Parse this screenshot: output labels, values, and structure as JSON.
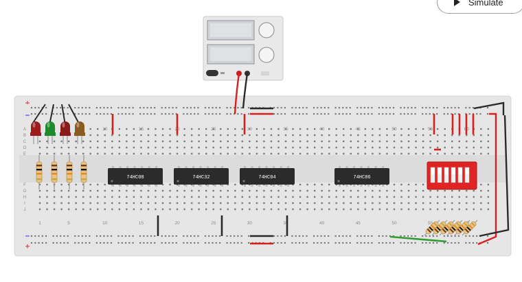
{
  "toolbar": {
    "simulate_label": "Simulate"
  },
  "breadboard": {
    "row_numbers": [
      "1",
      "5",
      "10",
      "15",
      "20",
      "25",
      "30",
      "35",
      "40",
      "45",
      "50",
      "55",
      "60"
    ],
    "row_letters": [
      "A",
      "B",
      "C",
      "D",
      "E",
      "F",
      "G",
      "H",
      "I",
      "J"
    ]
  },
  "chips": [
    {
      "label": "74HC08"
    },
    {
      "label": "74HC32"
    },
    {
      "label": "74HC04"
    },
    {
      "label": "74HC86"
    }
  ],
  "leds": [
    {
      "color": "#9b1c1c"
    },
    {
      "color": "#1f8a2c"
    },
    {
      "color": "#8b1a1a"
    },
    {
      "color": "#8a5a1e"
    }
  ],
  "colors": {
    "breadboard": "#e6e6e6",
    "wire_red": "#d62020",
    "wire_black": "#2a2a2a",
    "dip_switch": "#e02424",
    "chip": "#2b2b2b"
  }
}
